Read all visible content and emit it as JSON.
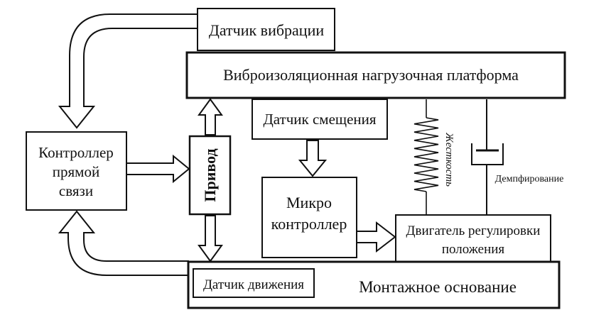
{
  "blocks": {
    "vibration_sensor": "Датчик вибрации",
    "platform": "Виброизоляционная нагрузочная платформа",
    "displacement_sensor": "Датчик смещения",
    "controller_line1": "Контроллер",
    "controller_line2": "прямой",
    "controller_line3": "связи",
    "actuator": "Привод",
    "microcontroller_line1": "Микро",
    "microcontroller_line2": "контроллер",
    "motor_line1": "Двигатель регулировки",
    "motor_line2": "положения",
    "motion_sensor": "Датчик движения",
    "base": "Монтажное основание"
  },
  "labels": {
    "stiffness": "Жесткость",
    "damping": "Демпфирование"
  },
  "colors": {
    "stroke": "#111111",
    "background": "#ffffff"
  }
}
